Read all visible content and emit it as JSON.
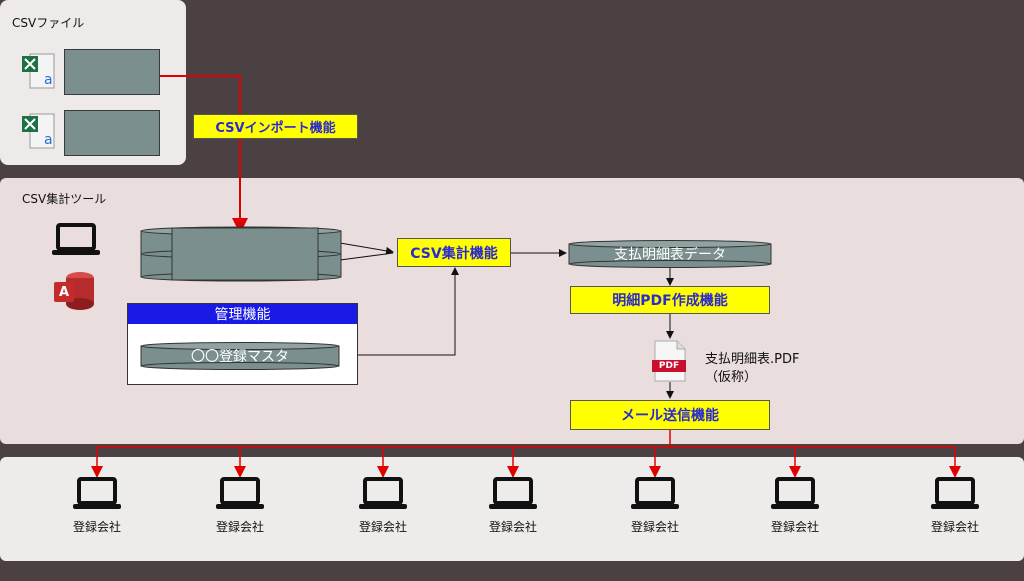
{
  "csv_files": {
    "title": "CSVファイル"
  },
  "import": {
    "label": "CSVインポート機能"
  },
  "tool": {
    "title": "CSV集計ツール"
  },
  "aggregate": {
    "label": "CSV集計機能"
  },
  "management": {
    "title": "管理機能",
    "master": "〇〇登録マスタ"
  },
  "payment_data": {
    "label": "支払明細表データ"
  },
  "pdf_create": {
    "label": "明細PDF作成機能"
  },
  "pdf_file": {
    "name": "支払明細表.PDF",
    "note": "（仮称）",
    "badge": "PDF"
  },
  "mail": {
    "label": "メール送信機能"
  },
  "access_icon": {
    "letter": "A"
  },
  "companies": [
    "登録会社",
    "登録会社",
    "登録会社",
    "登録会社",
    "登録会社",
    "登録会社",
    "登録会社"
  ],
  "colors": {
    "arrow_red": "#e00000",
    "highlight": "#ffff00",
    "header_blue": "#1a1ae6",
    "db_grey": "#7b8f8e"
  }
}
